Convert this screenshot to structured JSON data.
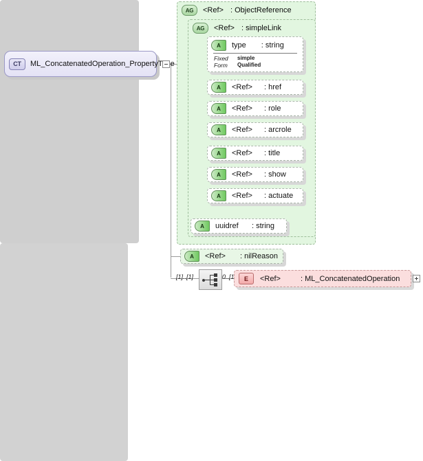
{
  "diagram": {
    "type": "xsd-schema-diagram",
    "colors": {
      "group_fill": "#e2f6e0",
      "group_border": "#9dbd9a",
      "attribute_fill": "#ffffff",
      "element_fill": "#fbdede",
      "complextype_fill": "#e9e7f6",
      "connector": "#9a9a9a"
    }
  },
  "complex_type": {
    "badge": "CT",
    "name": "ML_ConcatenatedOperation_PropertyType",
    "collapse_toggle": "minus"
  },
  "groups": [
    {
      "badge": "AG",
      "name": "<Ref>",
      "type": ": ObjectReference"
    },
    {
      "badge": "AG",
      "name": "<Ref>",
      "type": ": simpleLink"
    }
  ],
  "type_attribute": {
    "badge": "A",
    "name": "type",
    "type": ": string",
    "facets": [
      {
        "key": "Fixed",
        "value": "simple"
      },
      {
        "key": "Form",
        "value": "Qualified"
      }
    ]
  },
  "attributes": [
    {
      "badge": "A",
      "name": "<Ref>",
      "type": ": href"
    },
    {
      "badge": "A",
      "name": "<Ref>",
      "type": ": role"
    },
    {
      "badge": "A",
      "name": "<Ref>",
      "type": ": arcrole"
    },
    {
      "badge": "A",
      "name": "<Ref>",
      "type": ": title"
    },
    {
      "badge": "A",
      "name": "<Ref>",
      "type": ": show"
    },
    {
      "badge": "A",
      "name": "<Ref>",
      "type": ": actuate"
    }
  ],
  "uuidref": {
    "badge": "A",
    "name": "uuidref",
    "type": ": string"
  },
  "nil_reason": {
    "badge": "A",
    "name": "<Ref>",
    "type": ": nilReason"
  },
  "sequence": {
    "icon": "sequence-compositor",
    "left_multiplicity": "[1]..[1]",
    "right_multiplicity": "0..[1]"
  },
  "element": {
    "badge": "E",
    "name": "<Ref>",
    "type": ": ML_ConcatenatedOperation",
    "expand_toggle": "plus"
  }
}
